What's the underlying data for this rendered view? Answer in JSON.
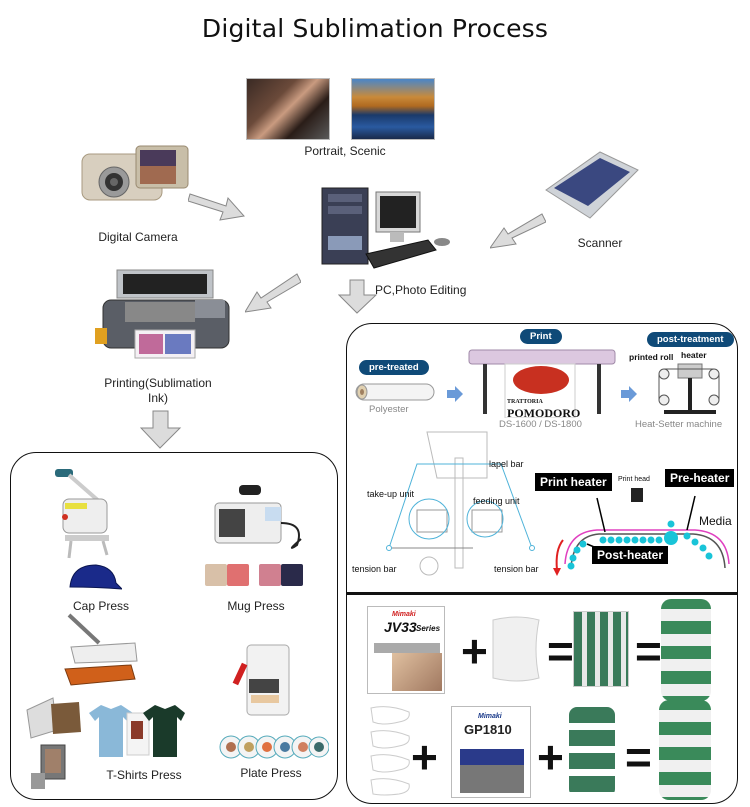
{
  "title": "Digital Sublimation Process",
  "sources": {
    "photos_label": "Portrait, Scenic",
    "camera_label": "Digital Camera",
    "scanner_label": "Scanner",
    "pc_label": "PC,Photo Editing",
    "printer_label_line1": "Printing(Sublimation",
    "printer_label_line2": "Ink)"
  },
  "press_panel": {
    "items": [
      {
        "label": "Cap Press"
      },
      {
        "label": "Mug Press"
      },
      {
        "label": "T-Shirts Press"
      },
      {
        "label": "Plate Press"
      }
    ]
  },
  "industrial_panel": {
    "badges": {
      "pre_treated": "pre-treated",
      "print": "Print",
      "post_treatment": "post-treatment"
    },
    "captions": {
      "polyester": "Polyester",
      "printer_models": "DS-1600 / DS-1800",
      "heat_setter": "Heat-Setter machine",
      "printed_roll": "printed roll",
      "heater": "heater",
      "banner_line1": "TRATTORIA",
      "banner_line2": "POMODORO"
    },
    "schematic": {
      "lapel_bar": "lapel bar",
      "take_up_unit": "take-up unit",
      "feeding_unit": "feeding unit",
      "tension_bar_left": "tension bar",
      "tension_bar_right": "tension bar"
    },
    "heaters": {
      "print_heater": "Print heater",
      "print_head": "Print head",
      "pre_heater": "Pre-heater",
      "media": "Media",
      "post_heater": "Post-heater"
    },
    "equations": {
      "row1": {
        "printer_brand": "Mimaki",
        "printer_model": "JV33",
        "printer_series": "Series",
        "op1": "+",
        "op2": "=",
        "op3": "="
      },
      "row2": {
        "printer_brand": "Mimaki",
        "printer_model": "GP1810",
        "op1": "+",
        "op2": "+",
        "op3": "="
      }
    }
  },
  "colors": {
    "badge": "#0f4a78",
    "arrow_fill": "#dcdcdc",
    "arrow_stroke": "#888888",
    "schematic_line": "#4fb3d9",
    "dot": "#19c4d8",
    "media_line": "#e040c0",
    "direction_arrow": "#e02020"
  }
}
